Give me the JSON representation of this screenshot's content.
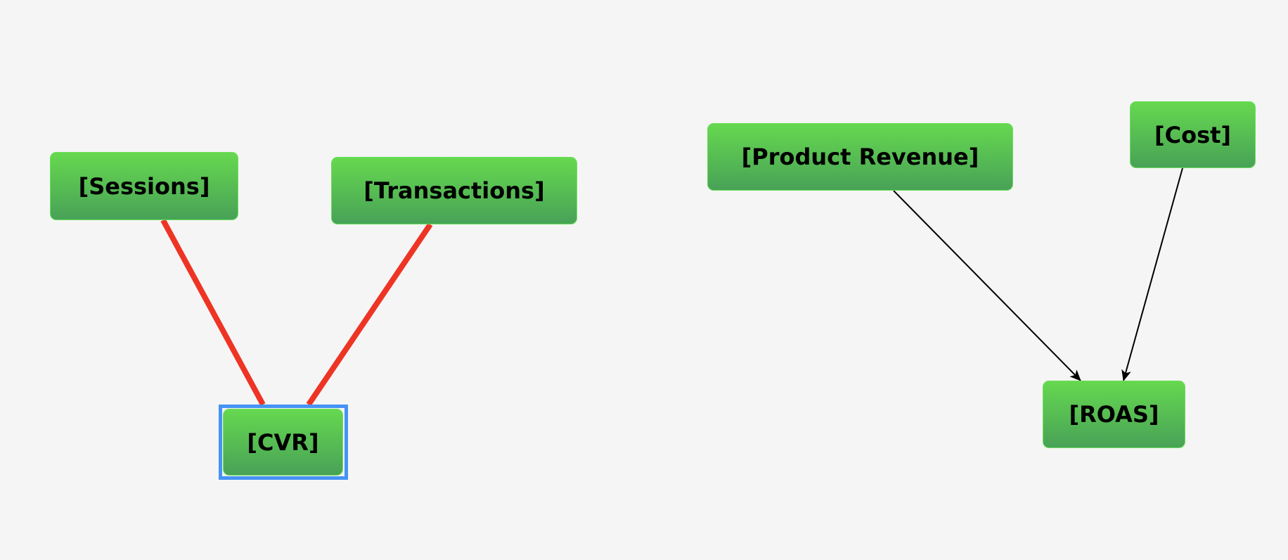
{
  "nodes": {
    "sessions": {
      "label": "[Sessions]"
    },
    "transactions": {
      "label": "[Transactions]"
    },
    "cvr": {
      "label": "[CVR]",
      "selected": true
    },
    "product_revenue": {
      "label": "[Product Revenue]"
    },
    "cost": {
      "label": "[Cost]"
    },
    "roas": {
      "label": "[ROAS]"
    }
  },
  "edges": [
    {
      "from": "sessions",
      "to": "cvr",
      "highlighted": true
    },
    {
      "from": "transactions",
      "to": "cvr",
      "highlighted": true
    },
    {
      "from": "product_revenue",
      "to": "roas",
      "highlighted": false
    },
    {
      "from": "cost",
      "to": "roas",
      "highlighted": false
    }
  ],
  "colors": {
    "highlight_edge": "#ee3424",
    "edge": "#000000",
    "selection": "#4593f5",
    "node_top": "#66d84f",
    "node_bottom": "#48a257"
  }
}
